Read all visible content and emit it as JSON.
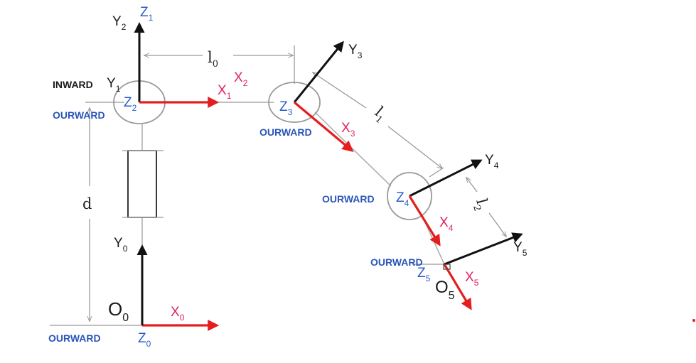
{
  "colors": {
    "axis_red": "#e41e1e",
    "axis_black": "#111111",
    "label_red": "#e0245e",
    "label_blue": "#2a5cc4",
    "guide_grey": "#a8a8a8"
  },
  "frame_labels": {
    "y2": "Y",
    "y2_sub": "2",
    "z1": "Z",
    "z1_sub": "1",
    "y1": "Y",
    "y1_sub": "1",
    "z2": "Z",
    "z2_sub": "2",
    "x1": "X",
    "x1_sub": "1",
    "x2": "X",
    "x2_sub": "2",
    "z3": "Z",
    "z3_sub": "3",
    "y3": "Y",
    "y3_sub": "3",
    "x3": "X",
    "x3_sub": "3",
    "y4": "Y",
    "y4_sub": "4",
    "z4": "Z",
    "z4_sub": "4",
    "x4": "X",
    "x4_sub": "4",
    "y5": "Y",
    "y5_sub": "5",
    "z5": "Z",
    "z5_sub": "5",
    "x5": "X",
    "x5_sub": "5",
    "y0": "Y",
    "y0_sub": "0",
    "x0": "X",
    "x0_sub": "0",
    "z0": "Z",
    "z0_sub": "0",
    "o0": "O",
    "o0_sub": "0",
    "o5": "O",
    "o5_sub": "5"
  },
  "direction_labels": {
    "inward": "INWARD",
    "outward": "OURWARD"
  },
  "dimensions": {
    "l0": "l",
    "l0_sub": "0",
    "l1": "l",
    "l1_sub": "1",
    "l2": "l",
    "l2_sub": "2",
    "d": "d"
  }
}
